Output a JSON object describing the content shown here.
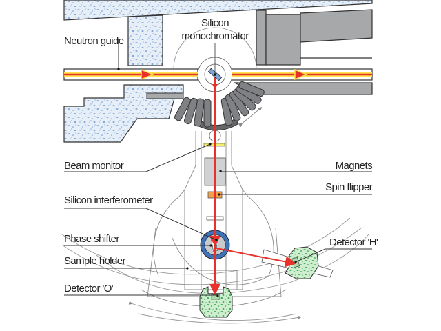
{
  "diagram": {
    "title": "Neutron interferometer instrument layout",
    "labels": {
      "neutron_guide": "Neutron guide",
      "silicon_monochromator_line1": "Silicon",
      "silicon_monochromator_line2": "monochromator",
      "beam_monitor": "Beam monitor",
      "magnets": "Magnets",
      "spin_flipper": "Spin flipper",
      "silicon_interferometer": "Silicon interferometer",
      "phase_shifter": "Phase shifter",
      "sample_holder": "Sample holder",
      "detector_o": "Detector 'O'",
      "detector_h": "Detector 'H'"
    },
    "colors": {
      "beam_core": "#e8312a",
      "beam_glow": "#ffe34d",
      "shielding_gray": "#a7a8aa",
      "concrete_fill": "#dbe6f3",
      "concrete_speckle": "#7fa3d4",
      "detector_fill": "#cfeecf",
      "detector_speckle": "#2f9a45",
      "interferometer_ring": "#3f73b8",
      "magnet_fill": "#d0d1d3",
      "spin_flipper_fill": "#f2a04a",
      "beam_monitor_fill": "#f4ec6a"
    }
  }
}
